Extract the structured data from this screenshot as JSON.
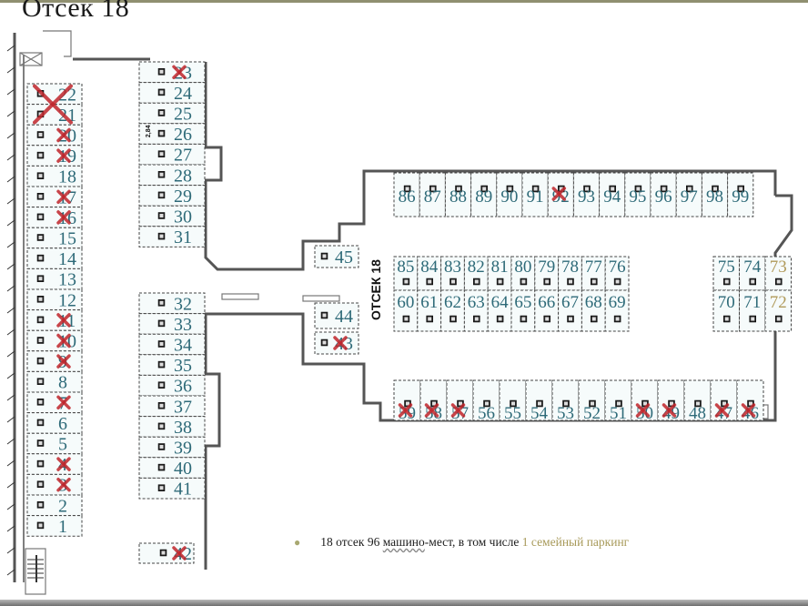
{
  "title": "Отсек 18",
  "section_label": "ОТСЕК 18",
  "caption": {
    "part1": "18 отсек 96 ",
    "part2": "машино",
    "part3": "-мест, в том числе ",
    "part4": "1 семейный паркинг"
  },
  "colors": {
    "spot_number": "#2e6a78",
    "family_spot": "#b09a5a",
    "taken_mark": "#c0262c",
    "wall": "#555555",
    "dash": "#444444"
  },
  "legend": {
    "taken_mark": "red-x = sold/taken spot",
    "family_spot": "family parking spot (beige numbers)"
  },
  "spots": {
    "left_column": [
      {
        "n": "22",
        "taken": true,
        "big_x": true
      },
      {
        "n": "21",
        "taken": true,
        "big_x": true
      },
      {
        "n": "20",
        "taken": true
      },
      {
        "n": "19",
        "taken": true
      },
      {
        "n": "18",
        "taken": false
      },
      {
        "n": "17",
        "taken": true
      },
      {
        "n": "16",
        "taken": true
      },
      {
        "n": "15",
        "taken": false
      },
      {
        "n": "14",
        "taken": false
      },
      {
        "n": "13",
        "taken": false
      },
      {
        "n": "12",
        "taken": false
      },
      {
        "n": "11",
        "taken": true
      },
      {
        "n": "10",
        "taken": true
      },
      {
        "n": "9",
        "taken": true
      },
      {
        "n": "8",
        "taken": false
      },
      {
        "n": "7",
        "taken": true
      },
      {
        "n": "6",
        "taken": false
      },
      {
        "n": "5",
        "taken": false
      },
      {
        "n": "4",
        "taken": true
      },
      {
        "n": "3",
        "taken": true
      },
      {
        "n": "2",
        "taken": false
      },
      {
        "n": "1",
        "taken": false
      }
    ],
    "middle_upper": [
      {
        "n": "23",
        "taken": true
      },
      {
        "n": "24",
        "taken": false
      },
      {
        "n": "25",
        "taken": false
      },
      {
        "n": "26",
        "taken": false,
        "note": "2,84"
      },
      {
        "n": "27",
        "taken": false
      },
      {
        "n": "28",
        "taken": false
      },
      {
        "n": "29",
        "taken": false
      },
      {
        "n": "30",
        "taken": false
      },
      {
        "n": "31",
        "taken": false
      }
    ],
    "middle_lower": [
      {
        "n": "32",
        "taken": false
      },
      {
        "n": "33",
        "taken": false
      },
      {
        "n": "34",
        "taken": false
      },
      {
        "n": "35",
        "taken": false
      },
      {
        "n": "36",
        "taken": false
      },
      {
        "n": "37",
        "taken": false
      },
      {
        "n": "38",
        "taken": false
      },
      {
        "n": "39",
        "taken": false
      },
      {
        "n": "40",
        "taken": false
      },
      {
        "n": "41",
        "taken": false
      }
    ],
    "bottom_single": [
      {
        "n": "42",
        "taken": true
      }
    ],
    "corridor": [
      {
        "n": "45",
        "taken": false
      },
      {
        "n": "44",
        "taken": false
      },
      {
        "n": "43",
        "taken": true
      }
    ],
    "right_top_row": [
      {
        "n": "86",
        "taken": false
      },
      {
        "n": "87",
        "taken": false
      },
      {
        "n": "88",
        "taken": false
      },
      {
        "n": "89",
        "taken": false
      },
      {
        "n": "90",
        "taken": false
      },
      {
        "n": "91",
        "taken": false
      },
      {
        "n": "92",
        "taken": true
      },
      {
        "n": "93",
        "taken": false
      },
      {
        "n": "94",
        "taken": false
      },
      {
        "n": "95",
        "taken": false
      },
      {
        "n": "96",
        "taken": false
      },
      {
        "n": "97",
        "taken": false
      },
      {
        "n": "98",
        "taken": false
      },
      {
        "n": "99",
        "taken": false
      }
    ],
    "right_mid_upper": [
      {
        "n": "85",
        "taken": false
      },
      {
        "n": "84",
        "taken": false
      },
      {
        "n": "83",
        "taken": false
      },
      {
        "n": "82",
        "taken": false
      },
      {
        "n": "81",
        "taken": false
      },
      {
        "n": "80",
        "taken": false
      },
      {
        "n": "79",
        "taken": false
      },
      {
        "n": "78",
        "taken": false
      },
      {
        "n": "77",
        "taken": false
      },
      {
        "n": "76",
        "taken": false
      }
    ],
    "right_mid_lower": [
      {
        "n": "60",
        "taken": false
      },
      {
        "n": "61",
        "taken": false
      },
      {
        "n": "62",
        "taken": false
      },
      {
        "n": "63",
        "taken": false
      },
      {
        "n": "64",
        "taken": false
      },
      {
        "n": "65",
        "taken": false
      },
      {
        "n": "66",
        "taken": false
      },
      {
        "n": "67",
        "taken": false
      },
      {
        "n": "68",
        "taken": false
      },
      {
        "n": "69",
        "taken": false
      }
    ],
    "right_end_upper": [
      {
        "n": "75",
        "taken": false
      },
      {
        "n": "74",
        "taken": false
      },
      {
        "n": "73",
        "taken": false,
        "family": true
      }
    ],
    "right_end_lower": [
      {
        "n": "70",
        "taken": false
      },
      {
        "n": "71",
        "taken": false
      },
      {
        "n": "72",
        "taken": false,
        "family": true
      }
    ],
    "right_bottom_row": [
      {
        "n": "59",
        "taken": true
      },
      {
        "n": "58",
        "taken": true
      },
      {
        "n": "57",
        "taken": true
      },
      {
        "n": "56",
        "taken": false
      },
      {
        "n": "55",
        "taken": false
      },
      {
        "n": "54",
        "taken": false
      },
      {
        "n": "53",
        "taken": false
      },
      {
        "n": "52",
        "taken": false
      },
      {
        "n": "51",
        "taken": false
      },
      {
        "n": "50",
        "taken": true
      },
      {
        "n": "49",
        "taken": true
      },
      {
        "n": "48",
        "taken": false
      },
      {
        "n": "47",
        "taken": true
      },
      {
        "n": "46",
        "taken": true
      }
    ]
  }
}
